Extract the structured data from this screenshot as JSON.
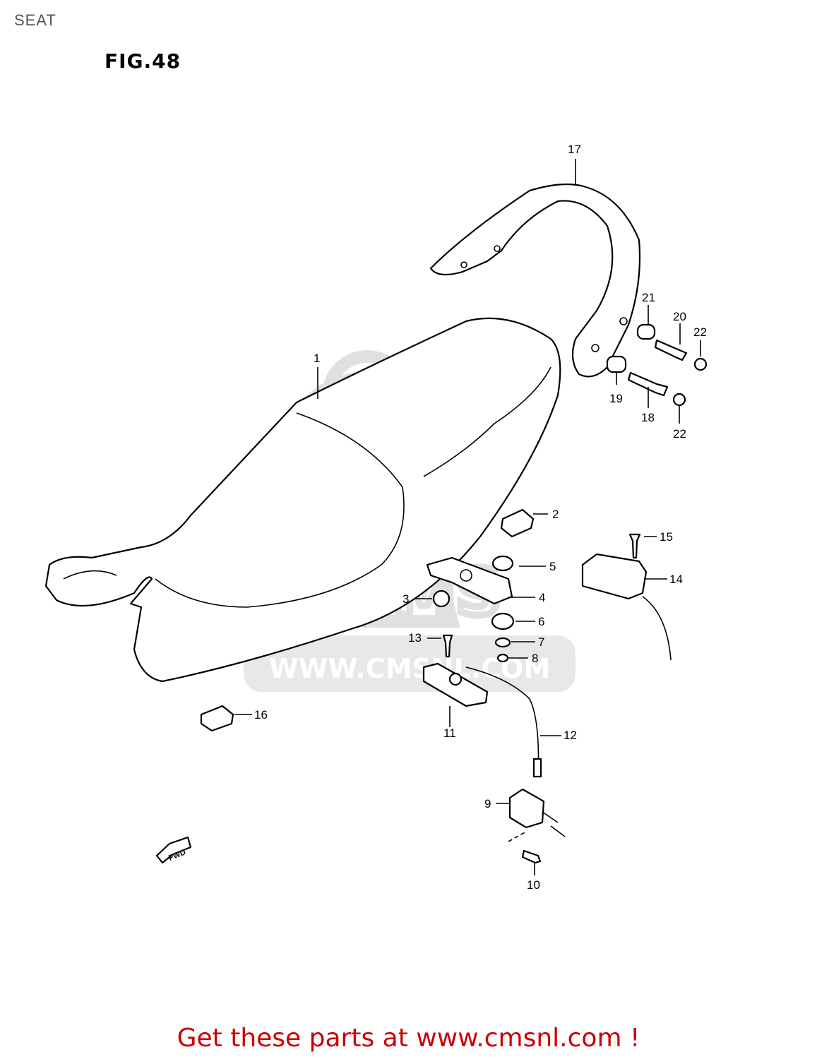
{
  "header": {
    "title": "SEAT"
  },
  "figure": {
    "label": "FIG.48"
  },
  "watermark": {
    "text": "WWW.CMSNL.COM",
    "logo": "CMS"
  },
  "fwd_marker": "FWD",
  "callouts": {
    "c1": "1",
    "c2": "2",
    "c3": "3",
    "c4": "4",
    "c5": "5",
    "c6": "6",
    "c7": "7",
    "c8": "8",
    "c9": "9",
    "c10": "10",
    "c11": "11",
    "c12": "12",
    "c13": "13",
    "c14": "14",
    "c15": "15",
    "c16": "16",
    "c17": "17",
    "c18": "18",
    "c19": "19",
    "c20": "20",
    "c21": "21",
    "c22a": "22",
    "c22b": "22"
  },
  "footer": {
    "link_text": "Get these parts at www.cmsnl.com !"
  },
  "colors": {
    "footer": "#cc0000",
    "watermark": "#dddddd",
    "line": "#000000"
  }
}
